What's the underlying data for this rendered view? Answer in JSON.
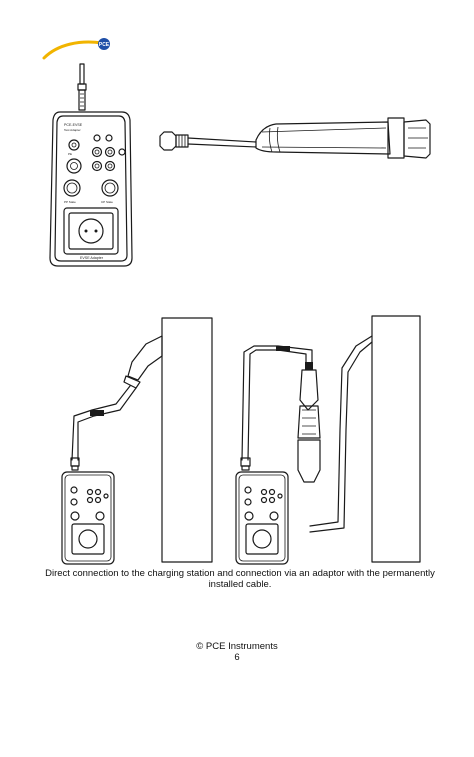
{
  "figure_top": {
    "device_header": [
      "PCE-EVSE",
      "Test Adapter"
    ],
    "pe_label": "PE",
    "pp_label": "PP State",
    "cp_label": "CP State",
    "device_name": "EVSE Adapter"
  },
  "caption": {
    "line1": "Direct connection to the charging station and connection via an adaptor with the permanently",
    "line2": "installed cable."
  },
  "footer": {
    "copyright": "©  PCE Instruments",
    "page_number": "6"
  }
}
